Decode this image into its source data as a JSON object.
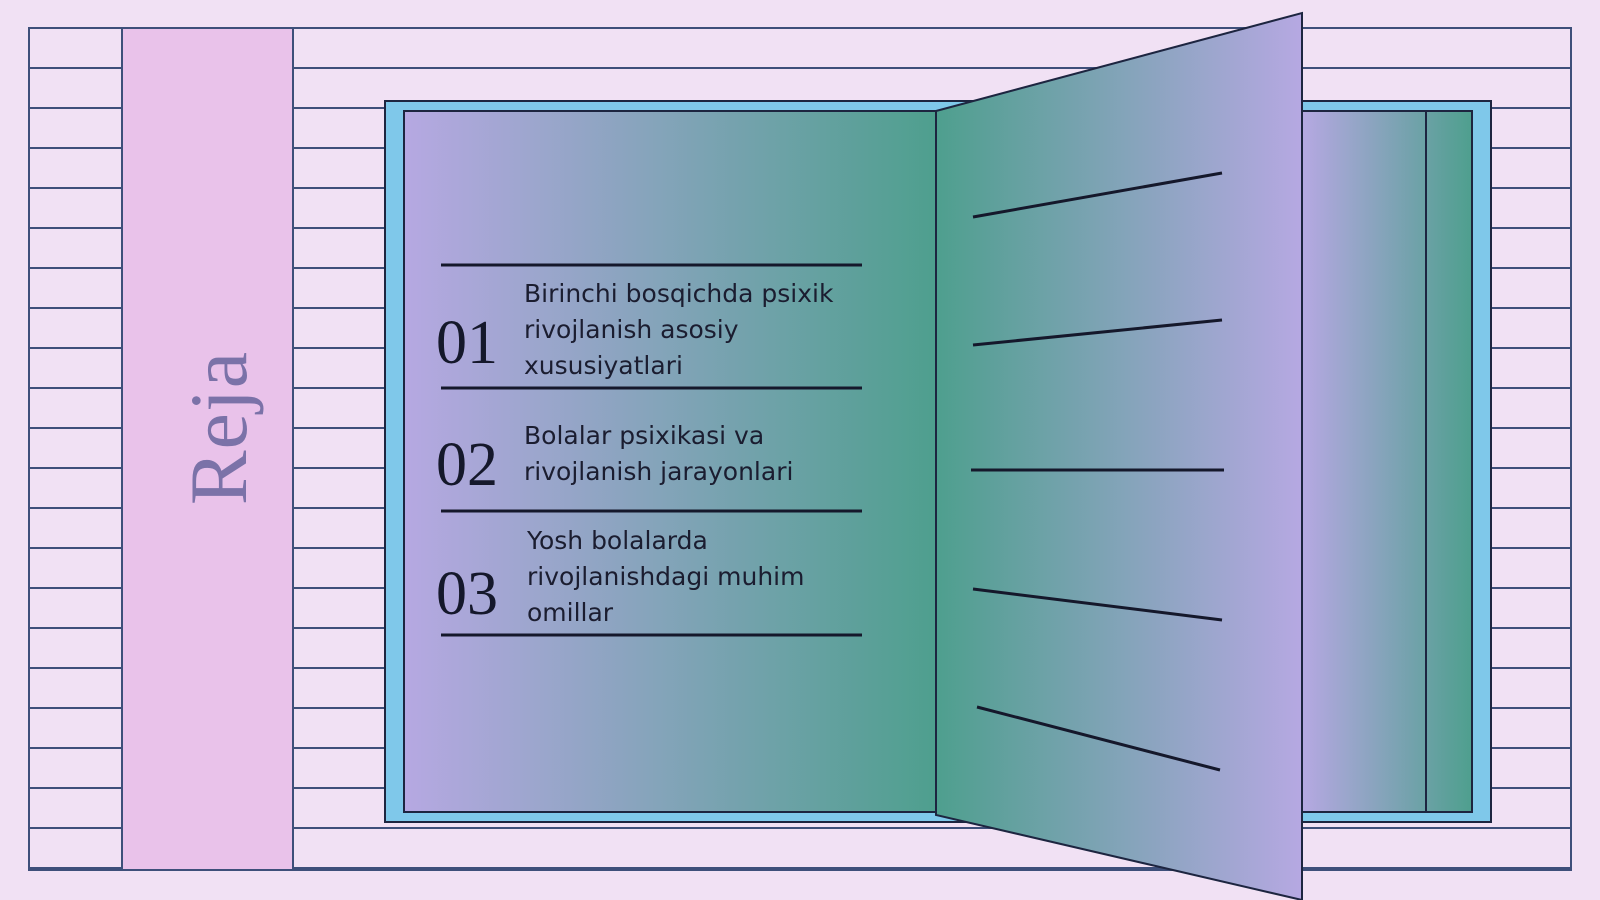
{
  "slide": {
    "title": "Reja",
    "items": [
      {
        "number": "01",
        "text": "Birinchi bosqichda psixik rivojlanish asosiy xususiyatlari"
      },
      {
        "number": "02",
        "text": "Bolalar psixikasi va rivojlanish jarayonlari"
      },
      {
        "number": "03",
        "text": "Yosh bolalarda rivojlanishdagi muhim omillar"
      }
    ]
  },
  "colors": {
    "background": "#f1e1f4",
    "lines": "#3e4f7a",
    "title_band": "#e9c2ea",
    "book_frame": "#7fc8ea",
    "page_purple": "#b6a8e2",
    "page_green": "#4e9f8e",
    "text": "#1b1d30"
  }
}
